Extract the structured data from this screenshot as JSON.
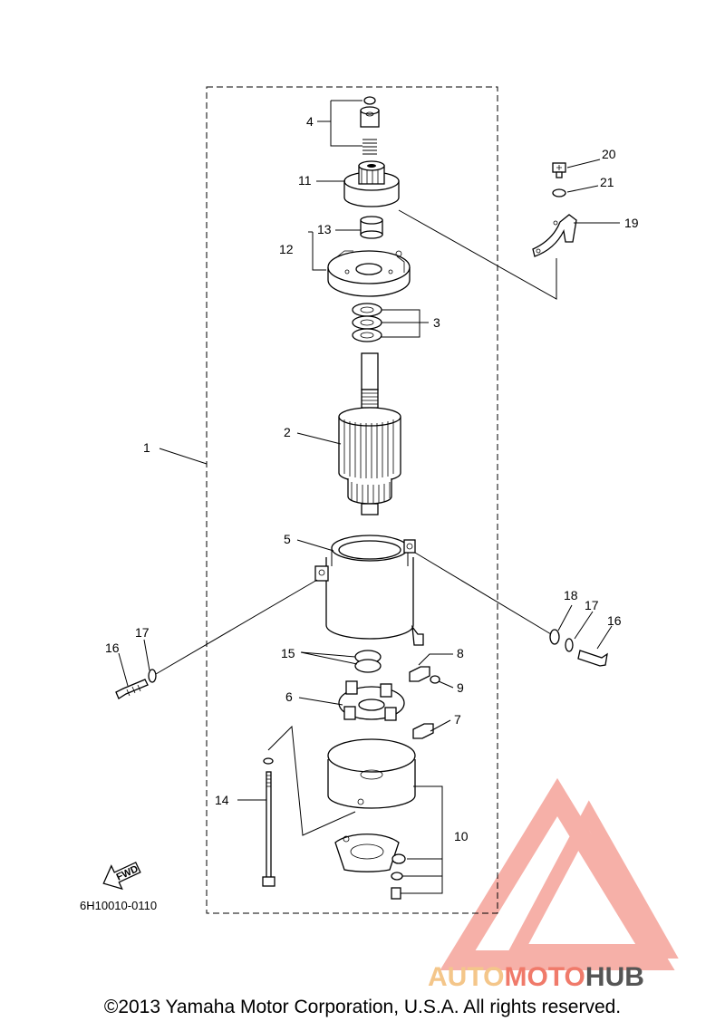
{
  "diagram": {
    "callouts": [
      "1",
      "2",
      "3",
      "4",
      "5",
      "6",
      "7",
      "8",
      "9",
      "10",
      "11",
      "12",
      "13",
      "14",
      "15",
      "16",
      "17",
      "18",
      "19",
      "20",
      "21"
    ],
    "left_callouts": {
      "bolt": "16",
      "washer": "17"
    },
    "drawing_code": "6H10010-0110",
    "fwd_label": "FWD"
  },
  "watermark": {
    "brand_part1": "AUTO",
    "brand_part2": "MOTO",
    "brand_part3": "HUB",
    "color_auto": "#f4c68a",
    "color_moto": "#f07a6a",
    "color_hub": "#555555",
    "logo_color": "#f5a39a"
  },
  "footer": {
    "copyright": "©2013 Yamaha Motor Corporation, U.S.A. All rights reserved."
  }
}
